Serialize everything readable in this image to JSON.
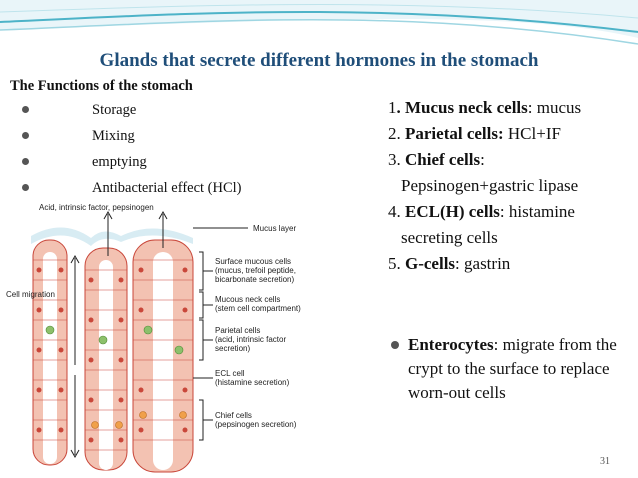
{
  "title": "Glands that secrete different hormones in the stomach",
  "subtitle": "The Functions of the stomach",
  "left_list": [
    "Storage",
    "Mixing",
    "emptying",
    "Antibacterial effect (HCl)"
  ],
  "right_list": [
    {
      "num": "1",
      "term": ". Mucus neck cells",
      "desc": ": mucus",
      "cont": ""
    },
    {
      "num": "2. ",
      "term": "Parietal cells:",
      "desc": " HCl+IF",
      "cont": ""
    },
    {
      "num": "3. ",
      "term": "Chief cells",
      "desc": ":",
      "cont": "Pepsinogen+gastric lipase"
    },
    {
      "num": "4. ",
      "term": "ECL(H) cells",
      "desc": ": histamine",
      "cont": "secreting cells"
    },
    {
      "num": "5. ",
      "term": "G-cells",
      "desc": ": gastrin",
      "cont": ""
    }
  ],
  "enterocytes": {
    "term": "Enterocytes",
    "desc": ": migrate from the crypt to the surface to replace worn-out cells"
  },
  "page_number": "31",
  "figure": {
    "top_label": "Acid, intrinsic factor, pepsinogen",
    "mucus_layer": "Mucus layer",
    "cell_migration": "Cell migration",
    "surface_cells": [
      "Surface mucous cells",
      "(mucus, trefoil peptide,",
      "bicarbonate secretion)"
    ],
    "neck_cells": [
      "Mucous neck cells",
      "(stem cell compartment)"
    ],
    "parietal_cells": [
      "Parietal cells",
      "(acid, intrinsic factor",
      "secretion)"
    ],
    "ecl_cell": [
      "ECL cell",
      "(histamine secretion)"
    ],
    "chief_cells": [
      "Chief cells",
      "(pepsinogen secretion)"
    ]
  },
  "colors": {
    "title": "#1f4e79",
    "accent_teal": "#3fa7b8",
    "cell_pink": "#f3b9a7",
    "cell_red": "#c9473a"
  }
}
